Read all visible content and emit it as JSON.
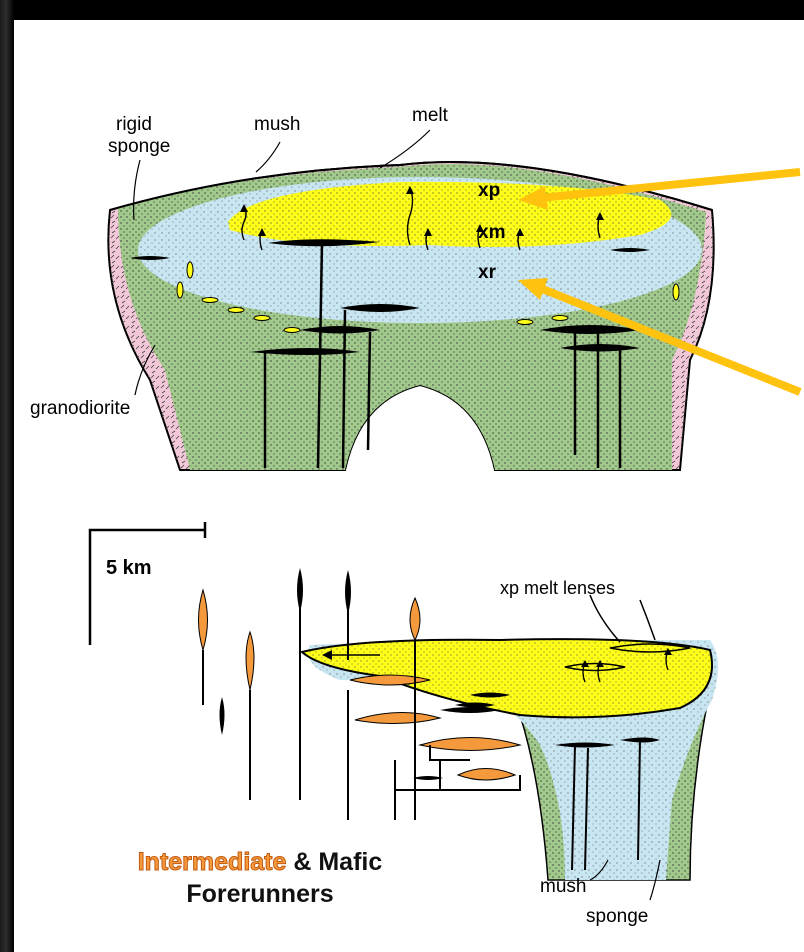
{
  "upper_section": {
    "labels": {
      "rigid_sponge_line1": "rigid",
      "rigid_sponge_line2": "sponge",
      "mush": "mush",
      "melt": "melt",
      "granodiorite": "granodiorite"
    },
    "zones": {
      "xp": "xp",
      "xm": "xm",
      "xr": "xr"
    }
  },
  "scale_bar": {
    "label": "5 km"
  },
  "lower_section": {
    "labels": {
      "xp_melt_lenses": "xp melt lenses",
      "mush": "mush",
      "sponge": "sponge"
    }
  },
  "caption": {
    "intermediate": "Intermediate",
    "amp_mafic": " & Mafic",
    "forerunners": "Forerunners"
  },
  "colors": {
    "melt_yellow": "#ffff1a",
    "mush_blue": "#c8e6f2",
    "sponge_green": "#a2c98c",
    "granodiorite_pink": "#f2c8d8",
    "arrow_yellow": "#ffc20e",
    "intermediate_orange": "#f49a3c"
  }
}
